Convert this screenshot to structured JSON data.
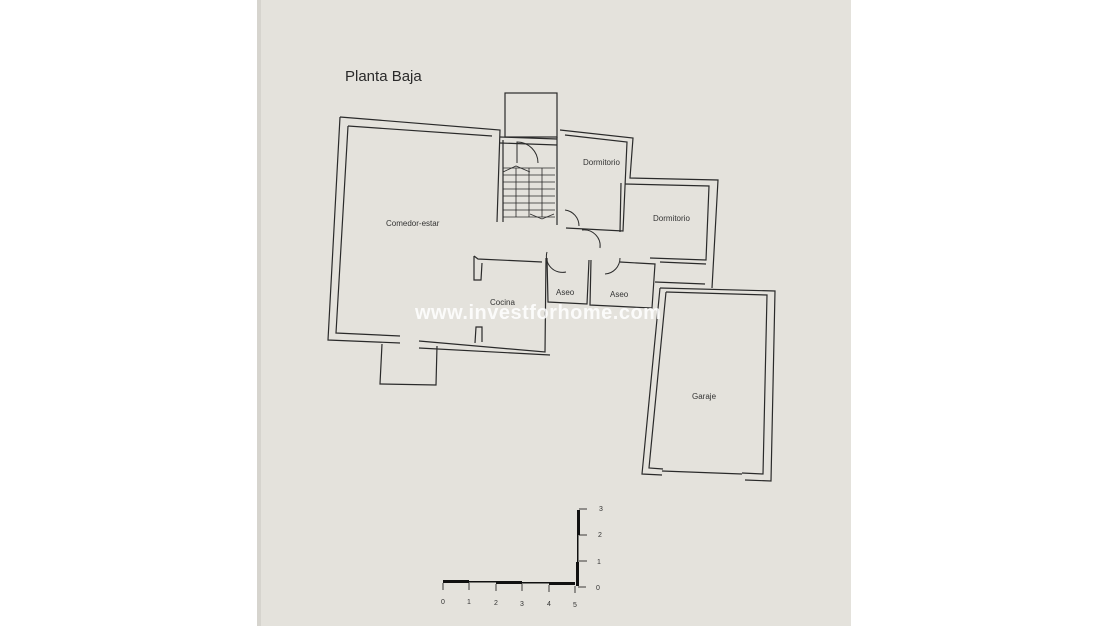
{
  "plan": {
    "title": "Planta Baja",
    "rooms": [
      {
        "name": "Comedor-estar"
      },
      {
        "name": "Dormitorio"
      },
      {
        "name": "Dormitorio"
      },
      {
        "name": "Aseo"
      },
      {
        "name": "Aseo"
      },
      {
        "name": "Cocina"
      },
      {
        "name": "Garaje"
      }
    ],
    "watermark": "www.investforhome.com",
    "scale": {
      "horizontal_ticks": [
        "0",
        "1",
        "2",
        "3",
        "4",
        "5"
      ],
      "vertical_ticks": [
        "0",
        "1",
        "2",
        "3"
      ]
    }
  },
  "colors": {
    "paper": "#e4e2dc",
    "ink": "#2a2a2a",
    "background": "#ffffff"
  }
}
